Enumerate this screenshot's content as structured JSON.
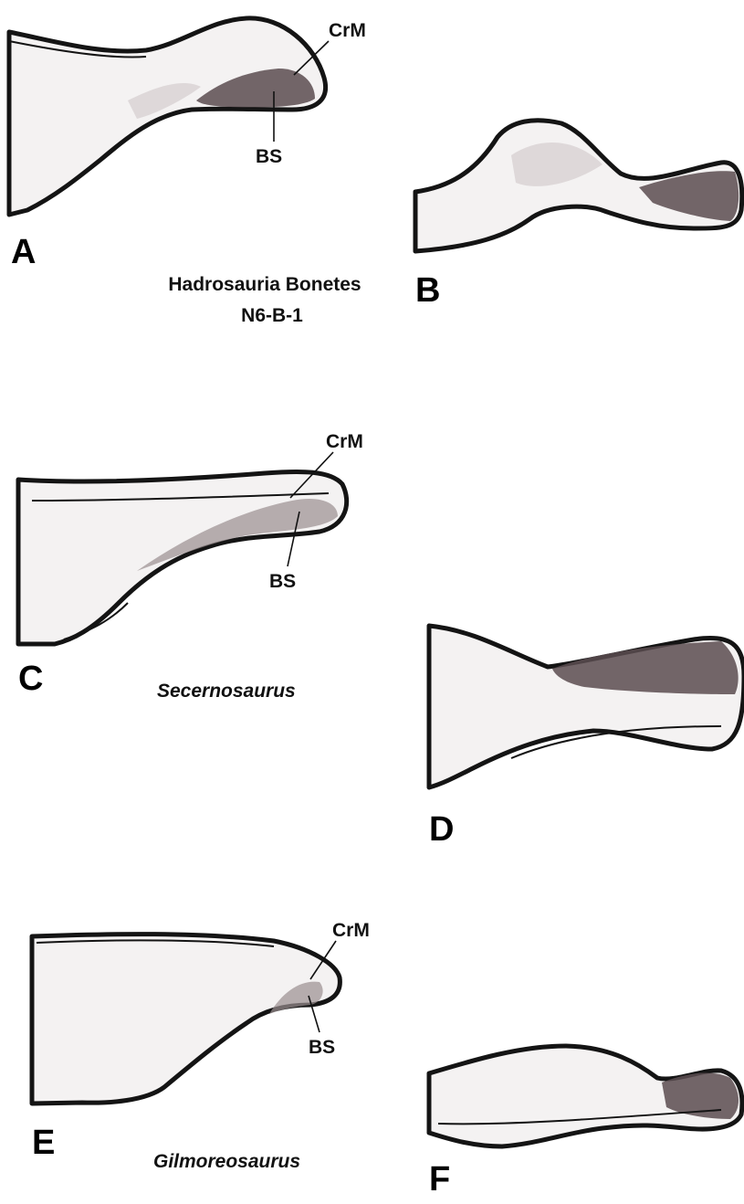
{
  "panels": {
    "A": {
      "letter": "A",
      "crm": "CrM",
      "bs": "BS"
    },
    "B": {
      "letter": "B"
    },
    "C": {
      "letter": "C",
      "crm": "CrM",
      "bs": "BS"
    },
    "D": {
      "letter": "D"
    },
    "E": {
      "letter": "E",
      "crm": "CrM",
      "bs": "BS"
    },
    "F": {
      "letter": "F"
    }
  },
  "taxa": {
    "hadrosauria_line1": "Hadrosauria Bonetes",
    "hadrosauria_line2": "N6-B-1",
    "secernosaurus": "Secernosaurus",
    "gilmoreosaurus": "Gilmoreosaurus"
  },
  "colors": {
    "outline": "#141414",
    "bone_fill": "#f4f2f2",
    "shading_dark": "#5a4c50"
  }
}
